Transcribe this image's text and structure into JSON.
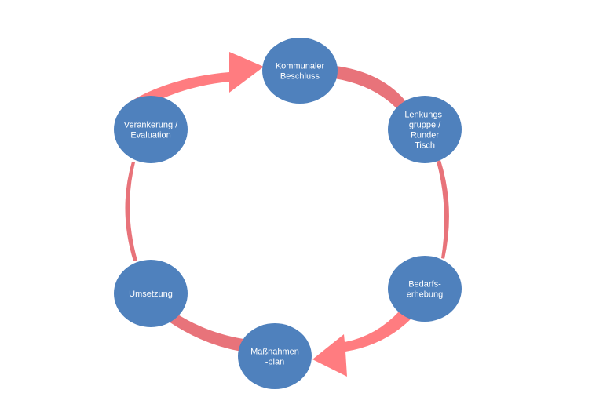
{
  "diagram": {
    "type": "cycle",
    "title": "",
    "colors": {
      "node_fill": "#4f81bd",
      "node_text": "#ffffff",
      "arrow_fill": "#ff7c80",
      "connector_fill": "#e8737a"
    },
    "nodes": [
      {
        "id": "kommunaler-beschluss",
        "lines": [
          "Kommunaler",
          "Beschluss"
        ]
      },
      {
        "id": "lenkungsgruppe",
        "lines": [
          "Lenkungs-",
          "gruppe /",
          "Runder",
          "Tisch"
        ]
      },
      {
        "id": "bedarfserhebung",
        "lines": [
          "Bedarfs-",
          "erhebung"
        ]
      },
      {
        "id": "massnahmenplan",
        "lines": [
          "Maßnahmen",
          "-plan"
        ]
      },
      {
        "id": "umsetzung",
        "lines": [
          "Umsetzung"
        ]
      },
      {
        "id": "verankerung-evaluation",
        "lines": [
          "Verankerung /",
          "Evaluation"
        ]
      }
    ],
    "edges": [
      {
        "from": "verankerung-evaluation",
        "to": "kommunaler-beschluss",
        "style": "arrow"
      },
      {
        "from": "kommunaler-beschluss",
        "to": "lenkungsgruppe",
        "style": "connector"
      },
      {
        "from": "lenkungsgruppe",
        "to": "bedarfserhebung",
        "style": "connector"
      },
      {
        "from": "bedarfserhebung",
        "to": "massnahmenplan",
        "style": "arrow"
      },
      {
        "from": "massnahmenplan",
        "to": "umsetzung",
        "style": "connector"
      },
      {
        "from": "umsetzung",
        "to": "verankerung-evaluation",
        "style": "connector"
      }
    ]
  }
}
